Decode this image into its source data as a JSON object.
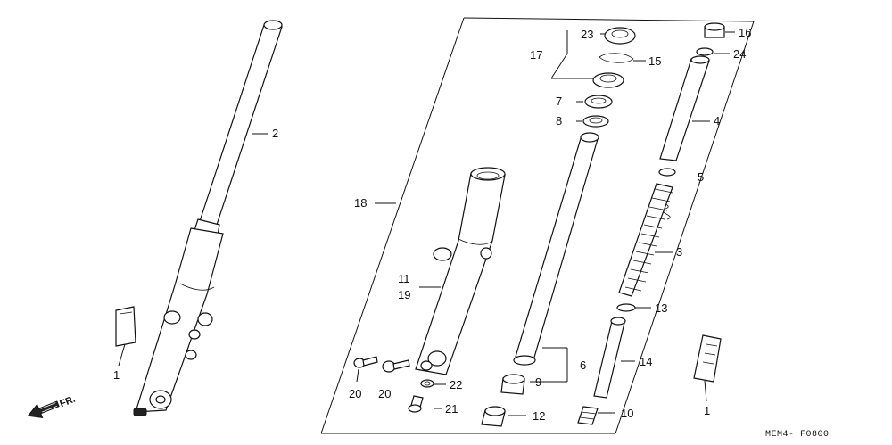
{
  "diagram": {
    "callouts": [
      "1",
      "2",
      "3",
      "4",
      "5",
      "6",
      "7",
      "8",
      "9",
      "10",
      "11",
      "12",
      "13",
      "14",
      "15",
      "16",
      "17",
      "18",
      "19",
      "20",
      "21",
      "22",
      "23",
      "24"
    ],
    "direction_label": "FR.",
    "catalog_code": "MEM4- F0800"
  }
}
